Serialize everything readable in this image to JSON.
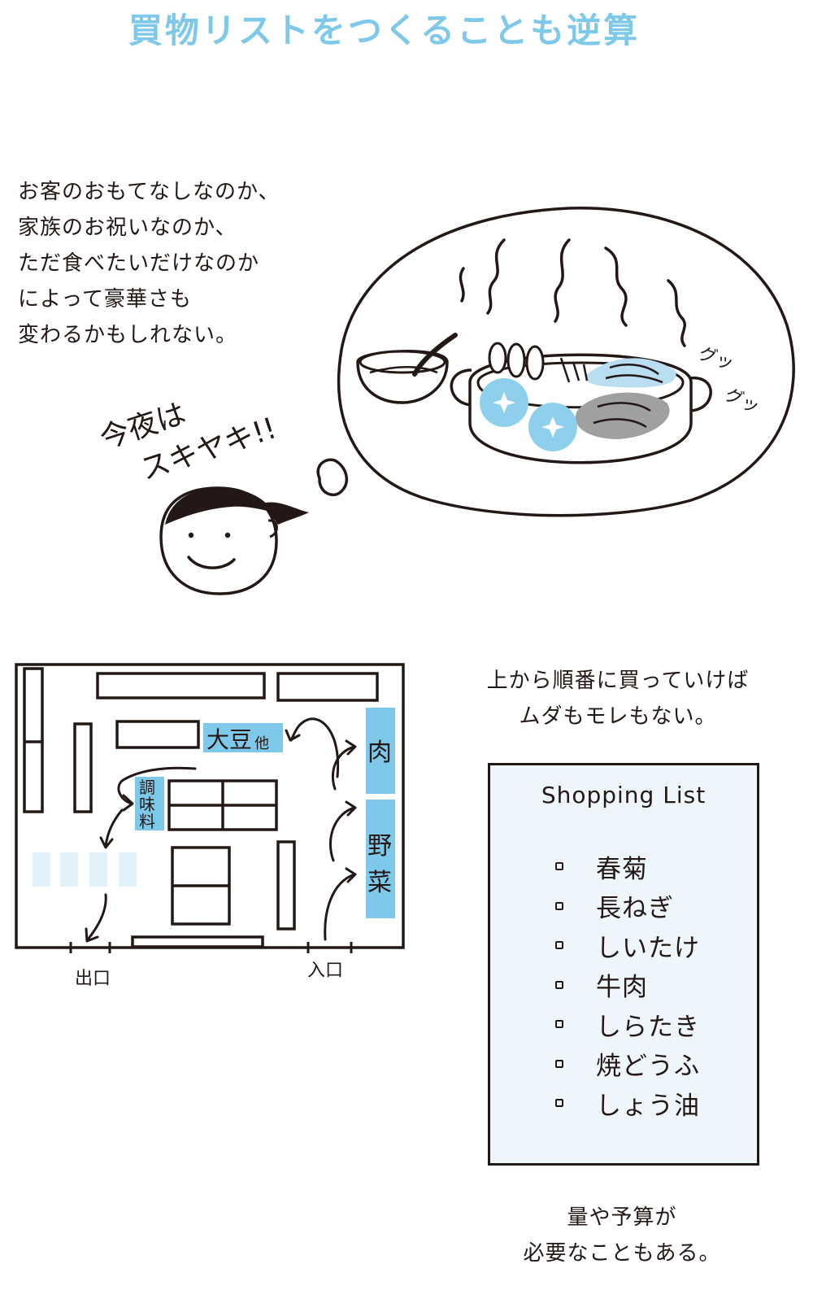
{
  "title": "買物リストをつくることも逆算",
  "intro_lines": [
    "お客のおもてなしなのか、",
    "家族のお祝いなのか、",
    "ただ食べたいだけなのか",
    "によって豪華さも",
    "変わるかもしれない。"
  ],
  "speech": {
    "line1": "今夜は",
    "line2": "スキヤキ!!"
  },
  "sound_effects": [
    "グッ",
    "グッ"
  ],
  "map": {
    "labels": {
      "beans": "大豆",
      "beans_other": "他",
      "meat": "肉",
      "vegetables_1": "野",
      "vegetables_2": "菜",
      "seasoning_1": "調",
      "seasoning_2": "味",
      "seasoning_3": "料"
    },
    "exit_label": "出口",
    "entrance_label": "入口"
  },
  "caption_top": [
    "上から順番に買っていけば",
    "ムダもモレもない。"
  ],
  "shopping_list": {
    "title": "Shopping List",
    "items": [
      "春菊",
      "長ねぎ",
      "しいたけ",
      "牛肉",
      "しらたき",
      "焼どうふ",
      "しょう油"
    ]
  },
  "caption_bottom": [
    "量や予算が",
    "必要なこともある。"
  ],
  "colors": {
    "accent_blue": "#7ec8ea",
    "light_blue": "#e1f1fa",
    "list_bg": "#eef6fc",
    "ink": "#231815",
    "gray": "#9fa0a0"
  }
}
